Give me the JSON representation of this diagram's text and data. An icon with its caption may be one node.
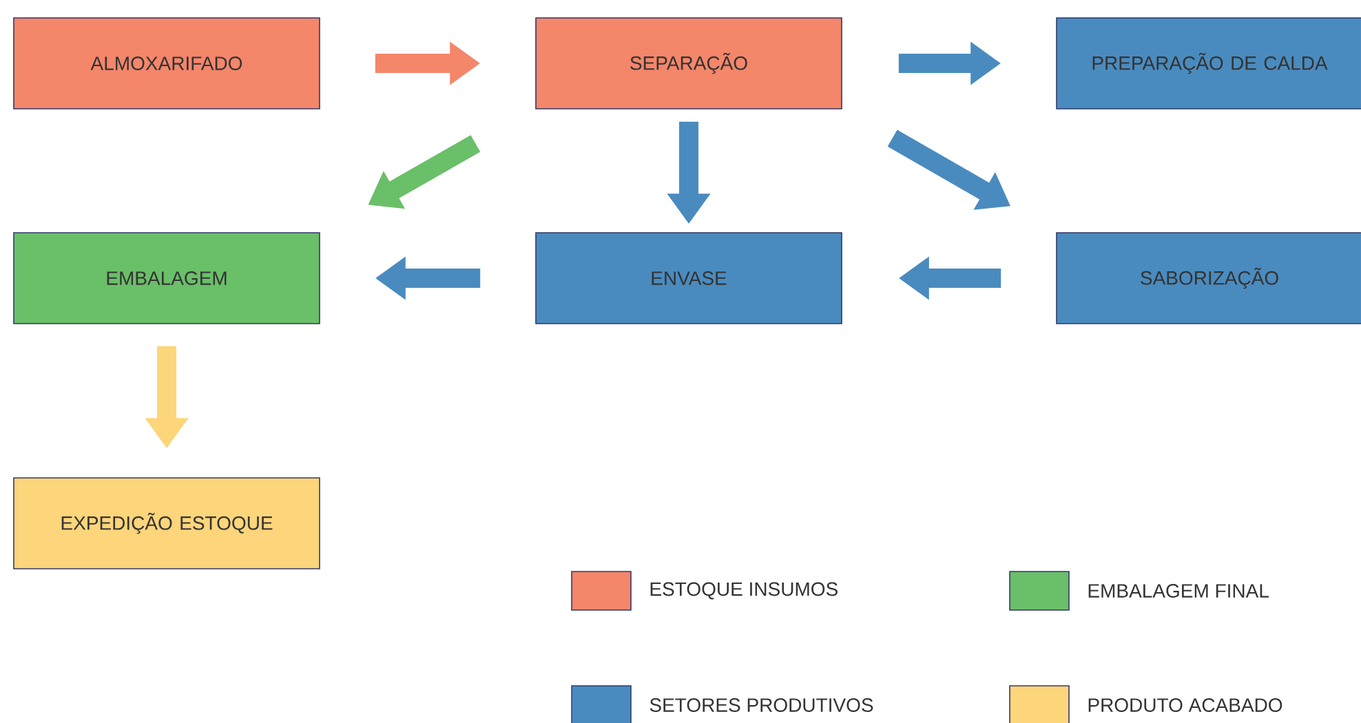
{
  "diagram": {
    "nodes": [
      {
        "text": [
          "ALMOXARIFADO"
        ]
      },
      {
        "text": [
          "SEPARAÇÃO"
        ]
      },
      {
        "text": [
          "PREPARAÇÃO DE CALDA"
        ]
      },
      {
        "text": [
          "EMBALAGEM"
        ]
      },
      {
        "text": [
          "ENVASE"
        ]
      },
      {
        "text": [
          "SABORIZAÇÃO"
        ]
      },
      {
        "text": [
          "EXPEDIÇÃO ESTOQUE"
        ]
      }
    ],
    "edges": [
      {
        "from": 0,
        "to": 1,
        "arrow": "to",
        "color": "#f4866a"
      },
      {
        "from": 1,
        "to": 2,
        "arrow": "to"
      },
      {
        "from": 1,
        "to": 3,
        "arrow": "to",
        "color": "#6abf69"
      },
      {
        "from": 1,
        "to": 4,
        "arrow": "to"
      },
      {
        "from": 1,
        "to": 5,
        "arrow": "to"
      },
      {
        "from": 5,
        "to": 4,
        "arrow": "to"
      },
      {
        "from": 4,
        "to": 3,
        "arrow": "to"
      },
      {
        "from": 3,
        "to": 6,
        "arrow": "to",
        "color": "#fdd57a"
      }
    ],
    "legend": [
      {
        "text": "ESTOQUE INSUMOS",
        "color": "#f4866a"
      },
      {
        "text": "EMBALAGEM FINAL",
        "color": "#6abf69"
      },
      {
        "text": "SETORES PRODUTIVOS",
        "color": "#4a8bbf"
      },
      {
        "text": "PRODUTO ACABADO",
        "color": "#fdd57a"
      }
    ]
  }
}
